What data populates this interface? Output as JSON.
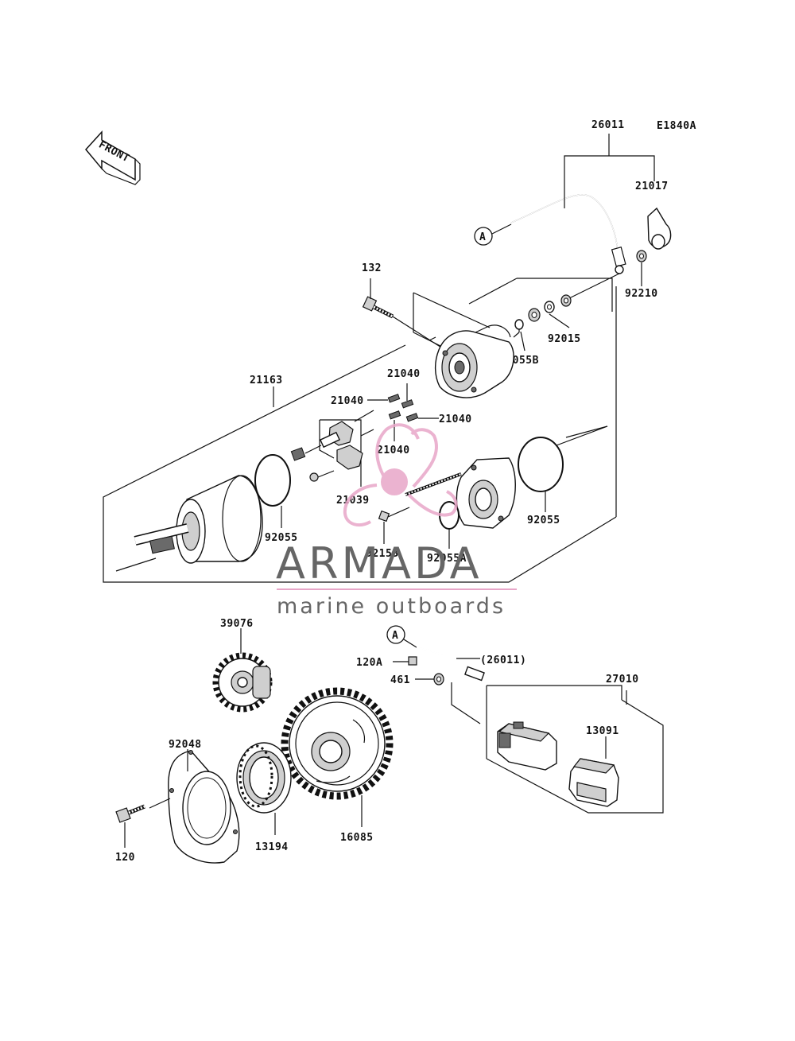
{
  "diagram_code": "E1840A",
  "front_label": "FRONT",
  "ref_marker": "A",
  "parts": {
    "p26011": "26011",
    "p21017": "21017",
    "p92210": "92210",
    "p92015": "92015",
    "p132": "132",
    "p92055B": "92055B",
    "p21040_a": "21040",
    "p21040_b": "21040",
    "p21040_c": "21040",
    "p21040_d": "21040",
    "p21163": "21163",
    "p21039": "21039",
    "p92055_left": "92055",
    "p92055_right": "92055",
    "p92153": "92153",
    "p92055A": "92055A",
    "p39076": "39076",
    "p120A": "120A",
    "p26011_ref": "(26011)",
    "p461": "461",
    "p27010": "27010",
    "p13091": "13091",
    "p92048": "92048",
    "p120": "120",
    "p13194": "13194",
    "p16085": "16085"
  },
  "watermark": {
    "brand": "ARMADA",
    "tagline": "marine outboards",
    "pink": "#e8a6c8",
    "gray": "#666666"
  }
}
